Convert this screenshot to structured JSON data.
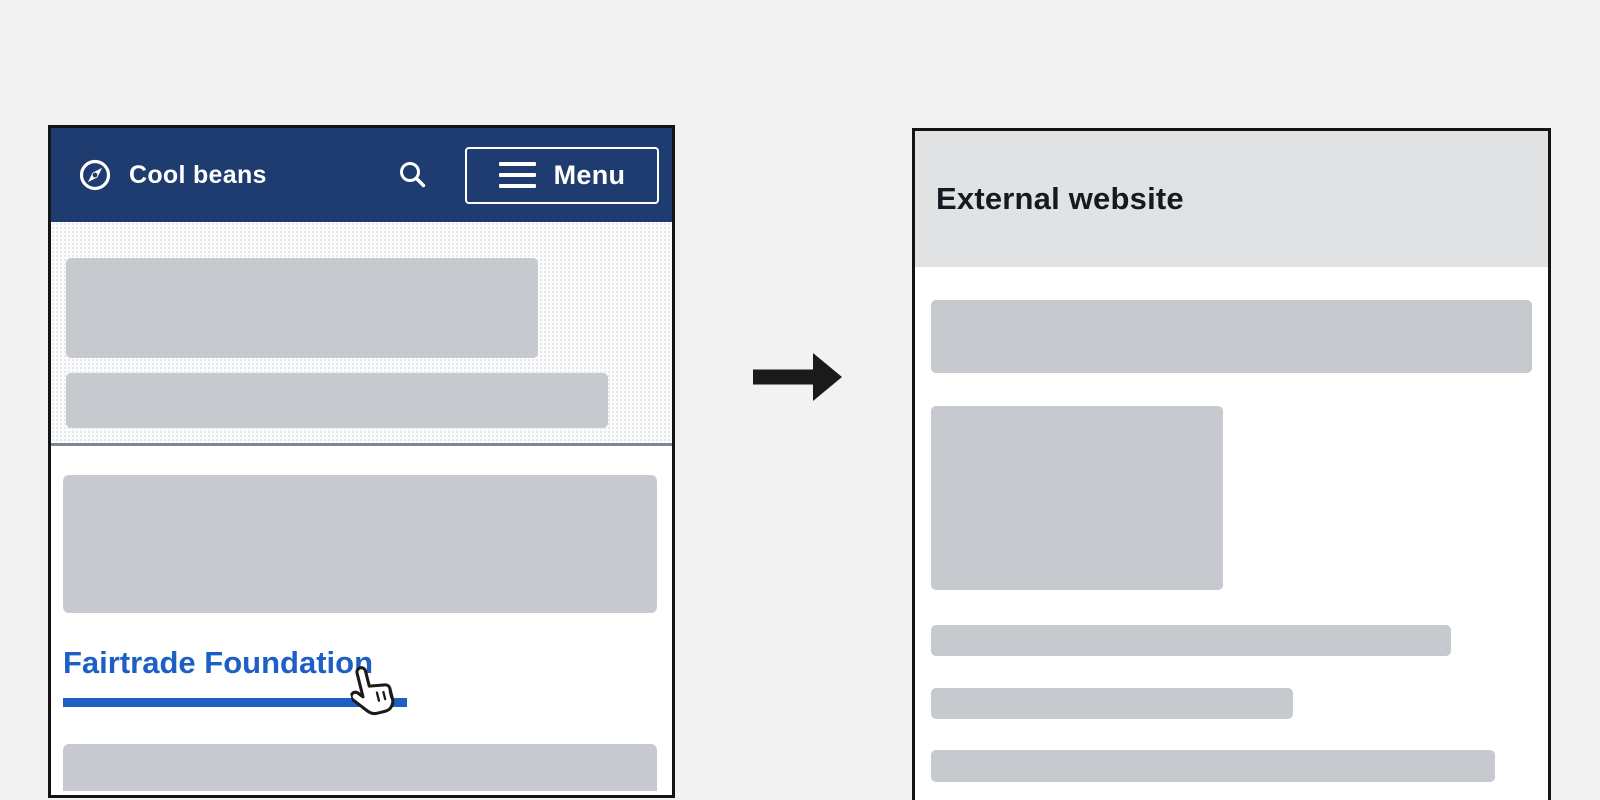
{
  "source_site": {
    "title": "Cool beans",
    "menu_label": "Menu",
    "link_label": "Fairtrade Foundation"
  },
  "external_site": {
    "title": "External website"
  },
  "icons": {
    "logo": "compass-icon",
    "search": "search-icon",
    "menu": "hamburger-icon",
    "pointer": "hand-cursor-icon",
    "flow": "right-arrow-icon"
  },
  "colors": {
    "canvas_bg": "#f2f2f3",
    "panel_border": "#141414",
    "header_navy": "#1e3c6f",
    "placeholder_gray": "#c6c9ce",
    "external_header_bg": "#e1e2e4",
    "link_blue": "#1d5fc4",
    "divider_gray": "#7d8893",
    "arrow_black": "#1a1a1a",
    "title_text": "#ffffff",
    "external_title_text": "#151a21"
  }
}
